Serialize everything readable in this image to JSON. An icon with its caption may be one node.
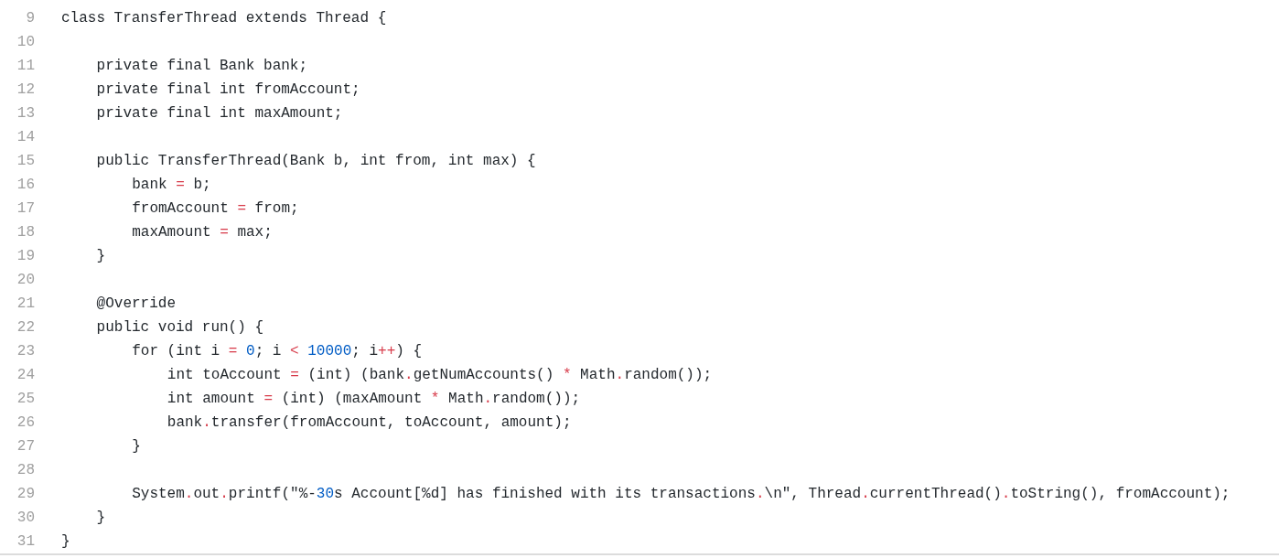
{
  "diagram": {
    "labels": [
      "9",
      "class TransferThread extends Thread {",
      "10",
      "11",
      "private final Bank bank;",
      "12",
      "private final int fromAccount;",
      "13",
      "private final int maxAmount;",
      "14",
      "15",
      "public TransferThread(Bank b, int from, int max) {",
      "16",
      "bank = b;",
      "17",
      "fromAccount = from;",
      "18",
      "maxAmount = max;",
      "19",
      "}",
      "20",
      "21",
      "@Override",
      "22",
      "public void run() {",
      "23",
      "for (int i = 0; i < 10000; i++) {",
      "24",
      "int toAccount = (int) (bank.getNumAccounts() * Math.random());",
      "25",
      "int amount = (int) (maxAmount * Math.random());",
      "26",
      "bank.transfer(fromAccount, toAccount, amount);",
      "27",
      "}",
      "28",
      "29",
      "System.out.printf(\"%-30s Account[%d] has finished with its transactions.\\n\", Thread.currentThread().toString(), fromAccount);",
      "30",
      "}",
      "31",
      "}"
    ]
  }
}
